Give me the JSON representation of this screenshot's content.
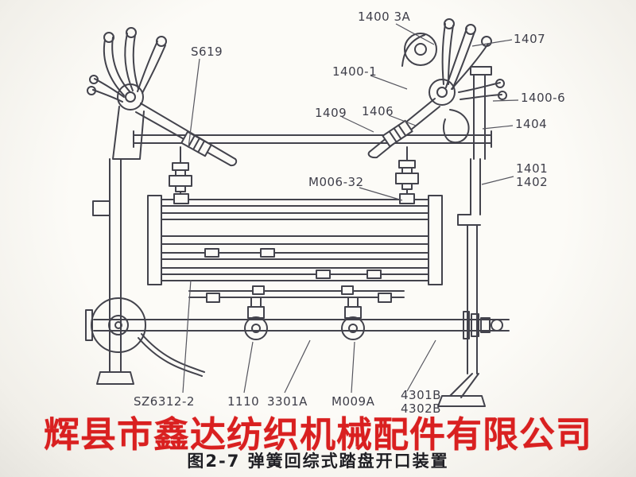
{
  "page": {
    "watermark": "辉县市鑫达纺织机械配件有限公司",
    "caption": "图2-7  弹簧回综式踏盘开口装置",
    "watermark_color": "#d92020",
    "ink_color": "#43434c",
    "figure_subject": "spring-return-treadle-shedding-device-diagram"
  },
  "labels": {
    "s619": "S619",
    "l1400_3a": "1400 3A",
    "l1407": "1407",
    "l1400_1": "1400-1",
    "l1409": "1409",
    "l1406": "1406",
    "l1400_6": "1400-6",
    "l1404": "1404",
    "m006_32": "M006-32",
    "l1401": "1401",
    "l1402": "1402",
    "sz6312_2": "SZ6312-2",
    "l1110": "1110",
    "l3301a": "3301A",
    "m009a": "M009A",
    "l4301b": "4301B",
    "l4302b": "4302B"
  }
}
